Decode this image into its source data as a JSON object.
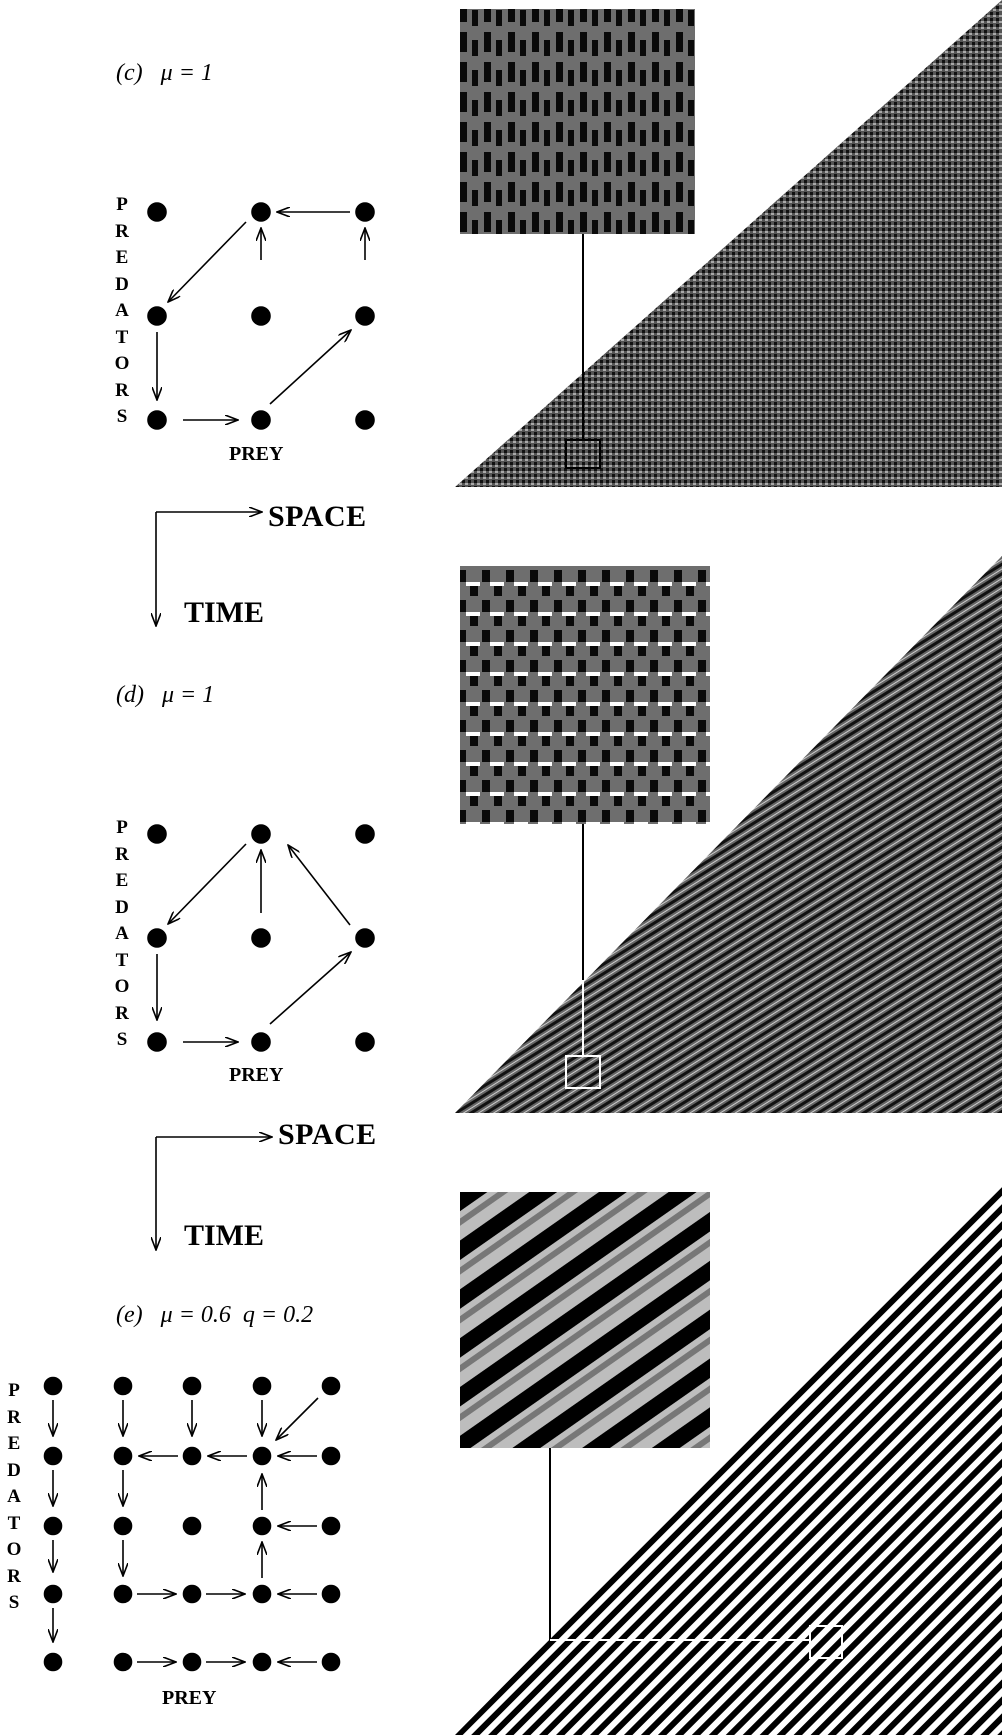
{
  "panels": [
    {
      "id": "c",
      "label": "(c)",
      "param": "μ = 1",
      "param2": "",
      "vertical_label": "PREDATORS",
      "prey_label": "PREY"
    },
    {
      "id": "d",
      "label": "(d)",
      "param": "μ = 1",
      "param2": "",
      "vertical_label": "PREDATORS",
      "prey_label": "PREY"
    },
    {
      "id": "e",
      "label": "(e)",
      "param": "μ = 0.6",
      "param2": "q = 0.2",
      "vertical_label": "PREDATORS",
      "prey_label": "PREY"
    }
  ],
  "axes": [
    {
      "space": "SPACE",
      "time": "TIME"
    },
    {
      "space": "SPACE",
      "time": "TIME"
    }
  ],
  "colors": {
    "ink": "#000000",
    "mid_gray": "#7a7a7a",
    "light_gray": "#bdbdbd",
    "white": "#ffffff"
  }
}
